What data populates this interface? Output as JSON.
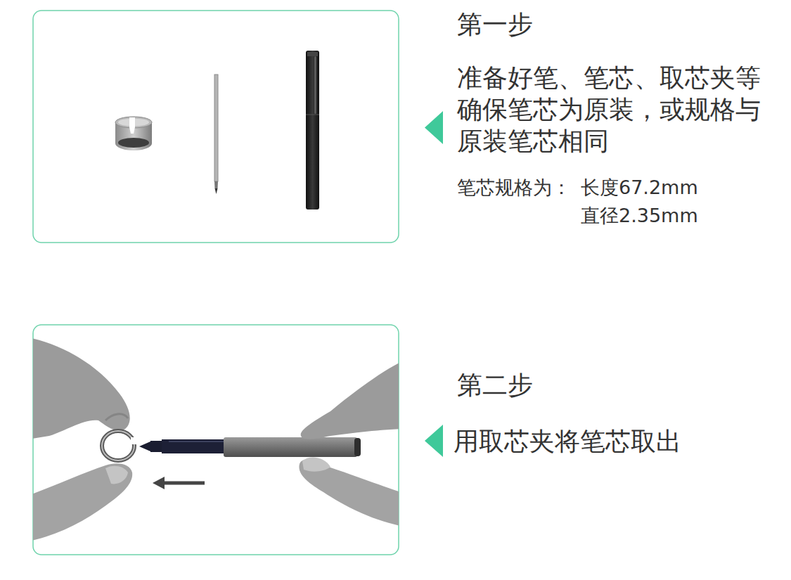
{
  "diagram": {
    "labels": [
      "第一步",
      "准备好笔、笔芯、取芯夹等 确保笔芯为原装，或规格与 原装笔芯相同",
      "笔芯规格为：",
      "长度67.2mm",
      "直径2.35mm",
      "第二步",
      "用取芯夹将笔芯取出"
    ]
  }
}
